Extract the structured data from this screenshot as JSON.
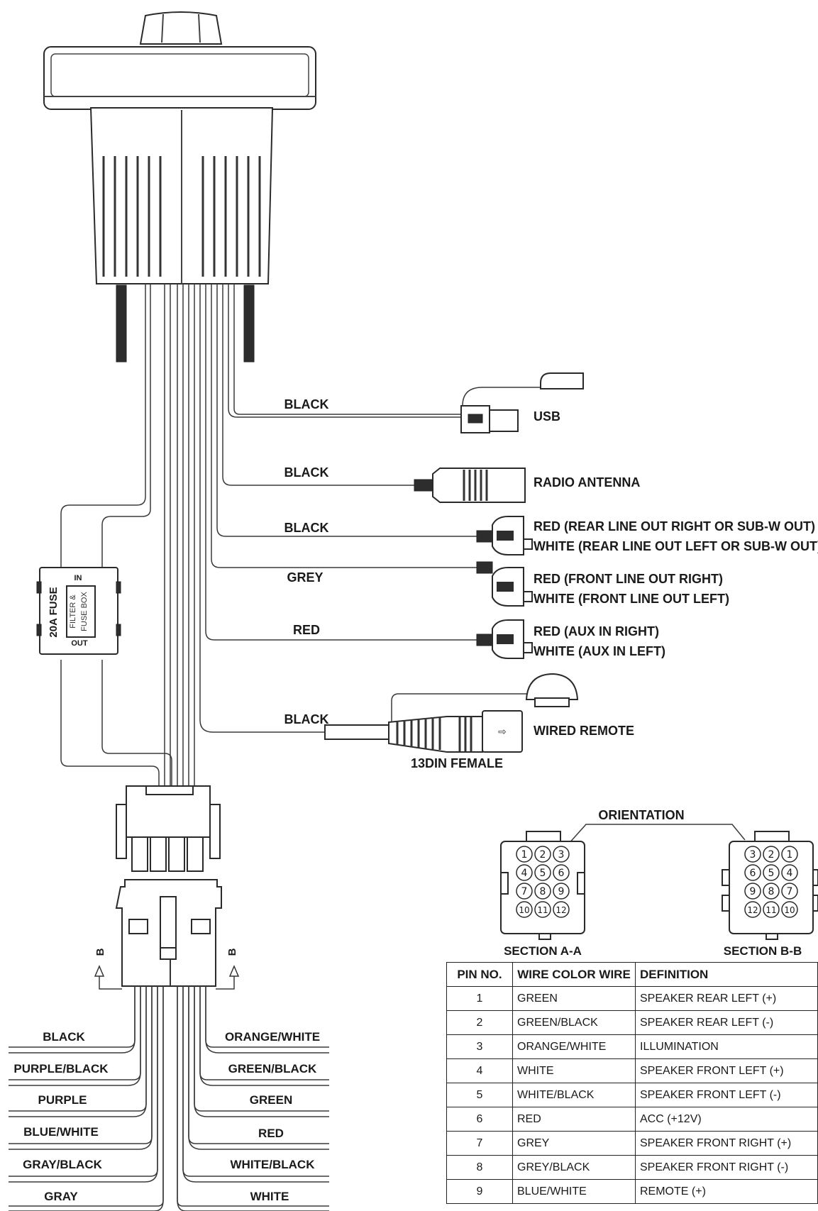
{
  "wire_labels": {
    "usb_wire": "BLACK",
    "antenna_wire": "BLACK",
    "rear_wire": "BLACK",
    "front_wire": "GREY",
    "aux_wire": "RED",
    "remote_wire": "BLACK"
  },
  "connector_labels": {
    "usb": "USB",
    "radio_antenna": "RADIO ANTENNA",
    "rear_red": "RED (REAR LINE OUT RIGHT OR SUB-W OUT)",
    "rear_white": "WHITE (REAR LINE OUT LEFT OR SUB-W OUT)",
    "front_red": "RED (FRONT LINE OUT RIGHT)",
    "front_white": "WHITE (FRONT LINE OUT LEFT)",
    "aux_red": "RED (AUX IN RIGHT)",
    "aux_white": "WHITE (AUX IN LEFT)",
    "wired_remote": "WIRED REMOTE",
    "din": "13DIN FEMALE"
  },
  "fuse": {
    "title": "20A FUSE",
    "box_line1": "FILTER &",
    "box_line2": "FUSE BOX",
    "in": "IN",
    "out": "OUT"
  },
  "orientation": {
    "title": "ORIENTATION",
    "section_a": "SECTION A-A",
    "section_b": "SECTION B-B",
    "marker_b": "B",
    "pins_a": [
      "1",
      "2",
      "3",
      "4",
      "5",
      "6",
      "7",
      "8",
      "9",
      "10",
      "11",
      "12"
    ],
    "pins_b": [
      "3",
      "2",
      "1",
      "6",
      "5",
      "4",
      "9",
      "8",
      "7",
      "12",
      "11",
      "10"
    ]
  },
  "harness_left": [
    "BLACK",
    "PURPLE/BLACK",
    "PURPLE",
    "BLUE/WHITE",
    "GRAY/BLACK",
    "GRAY"
  ],
  "harness_right": [
    "ORANGE/WHITE",
    "GREEN/BLACK",
    "GREEN",
    "RED",
    "WHITE/BLACK",
    "WHITE"
  ],
  "table": {
    "headers": [
      "PIN NO.",
      "WIRE COLOR WIRE",
      "DEFINITION"
    ],
    "rows": [
      [
        "1",
        "GREEN",
        "SPEAKER REAR LEFT (+)"
      ],
      [
        "2",
        "GREEN/BLACK",
        "SPEAKER REAR LEFT (-)"
      ],
      [
        "3",
        "ORANGE/WHITE",
        "ILLUMINATION"
      ],
      [
        "4",
        "WHITE",
        "SPEAKER FRONT LEFT (+)"
      ],
      [
        "5",
        "WHITE/BLACK",
        "SPEAKER FRONT LEFT (-)"
      ],
      [
        "6",
        "RED",
        "ACC (+12V)"
      ],
      [
        "7",
        "GREY",
        "SPEAKER FRONT RIGHT (+)"
      ],
      [
        "8",
        "GREY/BLACK",
        "SPEAKER FRONT RIGHT (-)"
      ],
      [
        "9",
        "BLUE/WHITE",
        "REMOTE (+)"
      ]
    ]
  }
}
